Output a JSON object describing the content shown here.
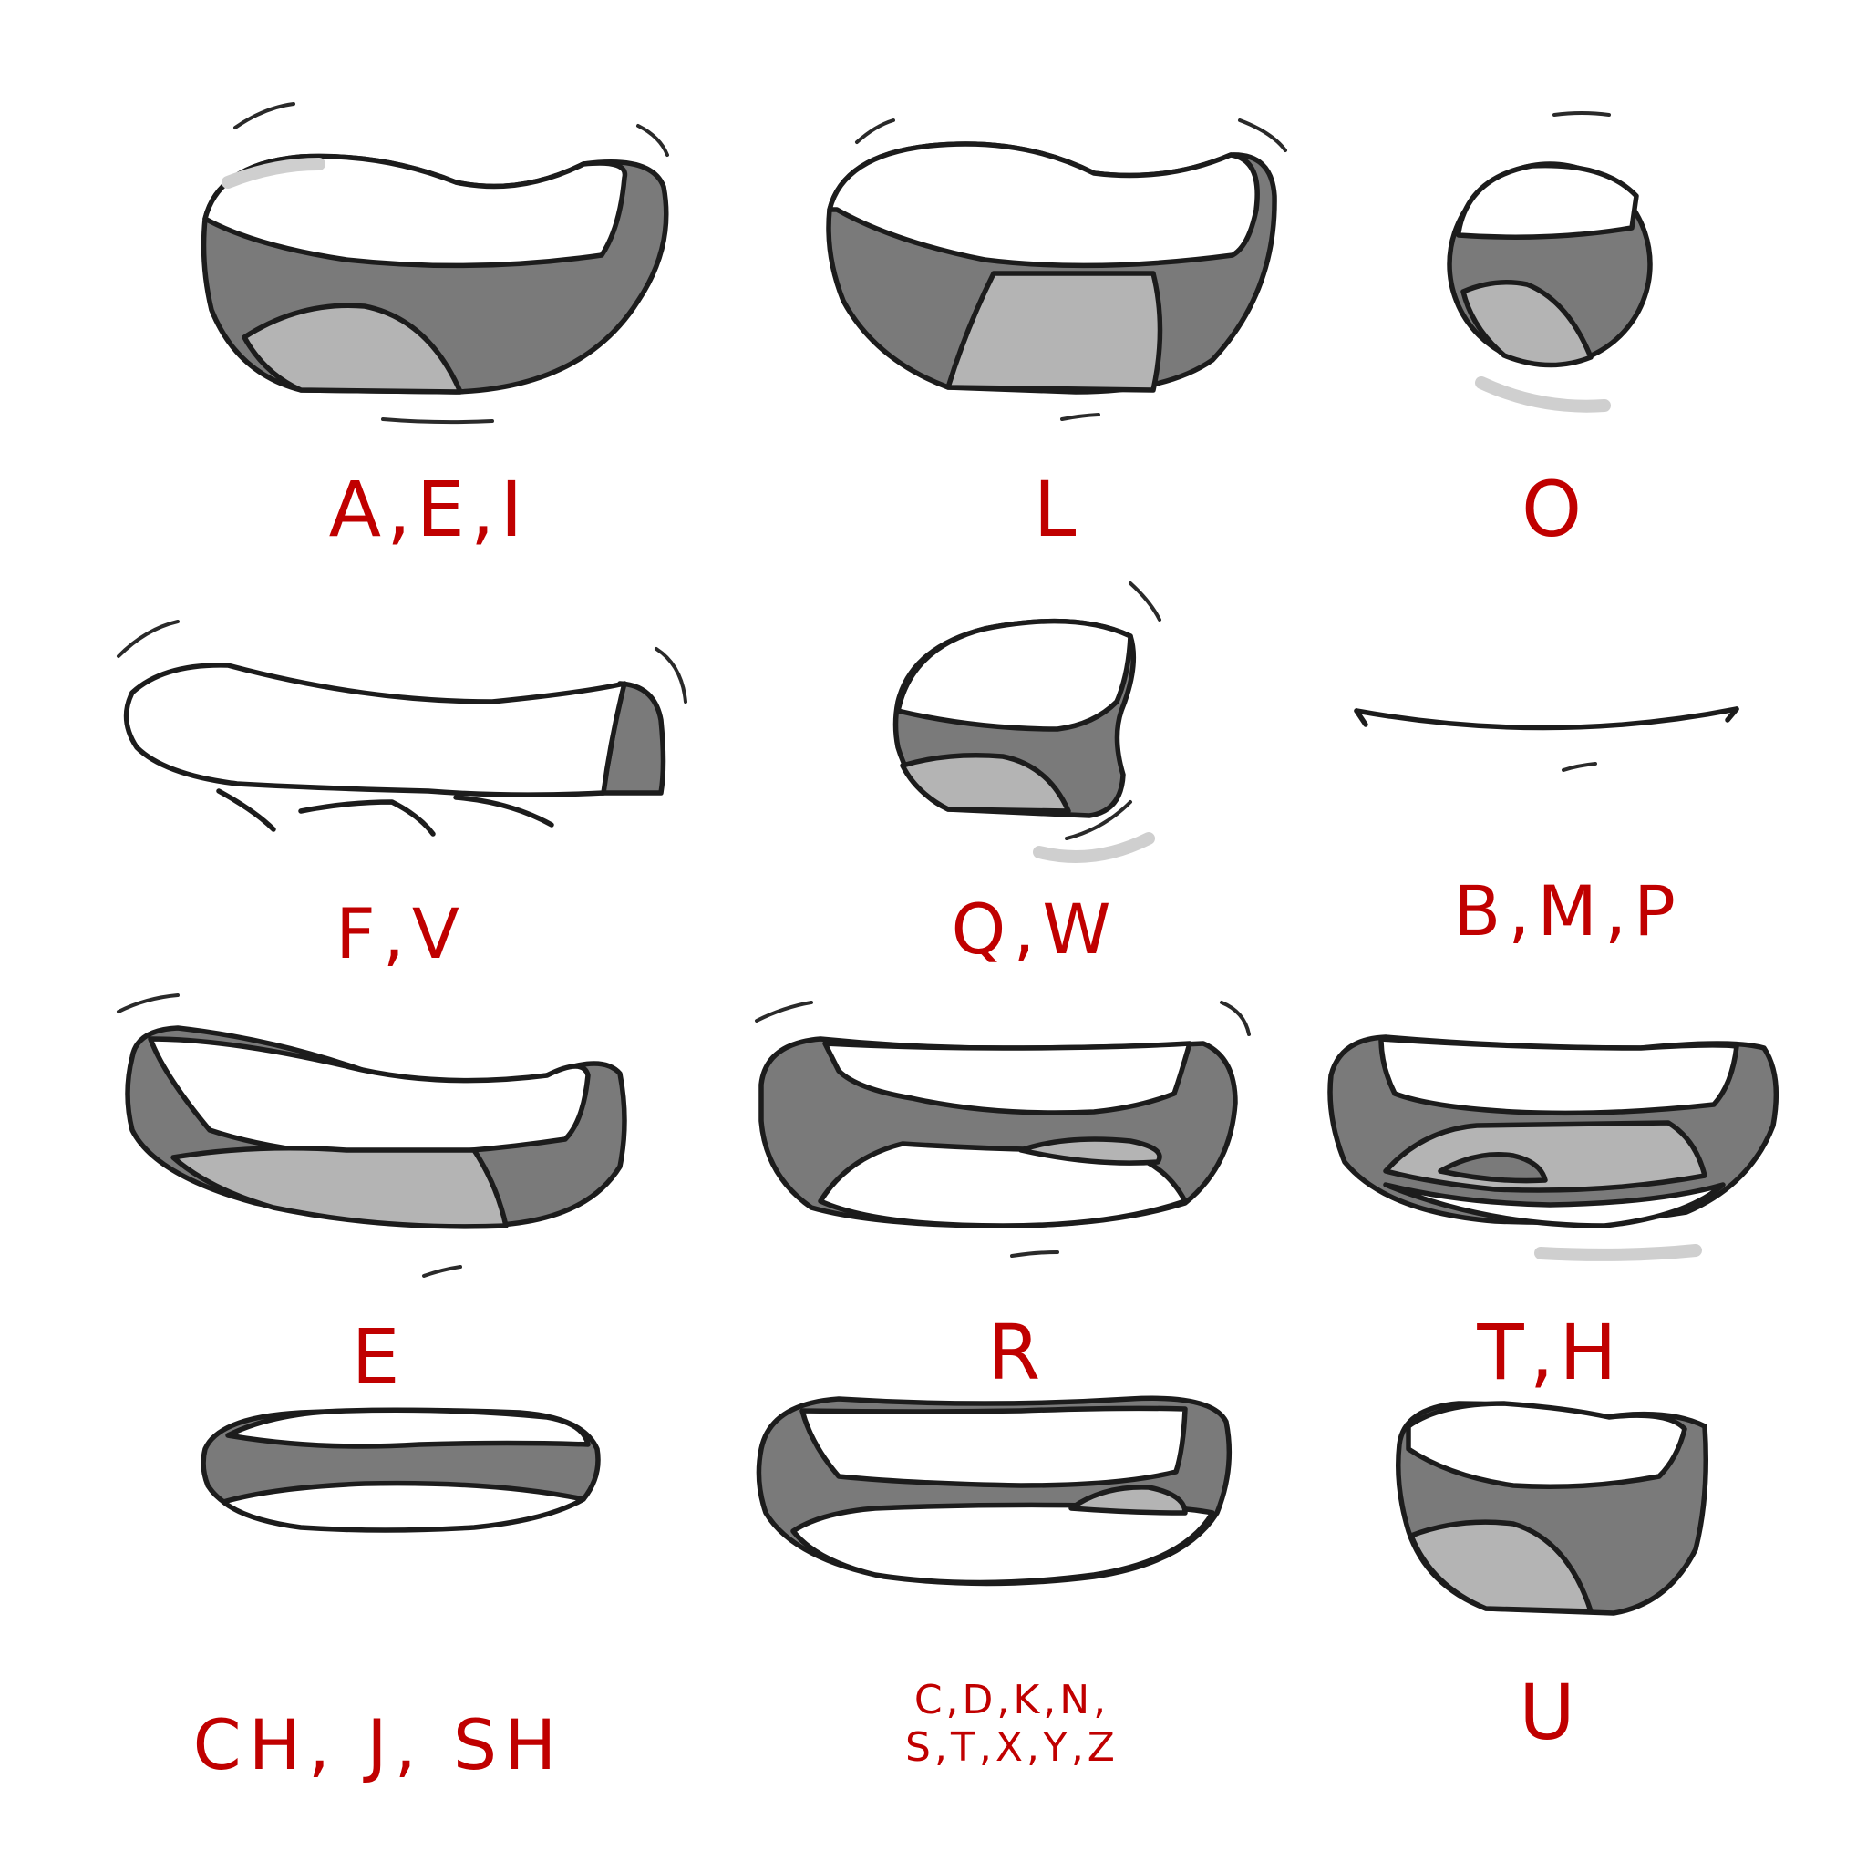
{
  "background": "#ffffff",
  "label_color": "#c00000",
  "mouth_colors": {
    "outline": "#1c1c1c",
    "dark": "#7a7a7a",
    "light": "#b4b4b4",
    "teeth": "#ffffff"
  },
  "mouth_shapes": [
    {
      "id": "aei",
      "label": "A,E,I"
    },
    {
      "id": "l",
      "label": "L"
    },
    {
      "id": "o",
      "label": "O"
    },
    {
      "id": "fv",
      "label": "F,V"
    },
    {
      "id": "qw",
      "label": "Q,W"
    },
    {
      "id": "bmp",
      "label": "B,M,P"
    },
    {
      "id": "e",
      "label": "E"
    },
    {
      "id": "r",
      "label": "R"
    },
    {
      "id": "th",
      "label": "T,H"
    },
    {
      "id": "chjsh",
      "label": "CH, J, SH"
    },
    {
      "id": "cdkn",
      "label": "C,D,K,N,",
      "label_line2": "S,T,X,Y,Z"
    },
    {
      "id": "u",
      "label": "U"
    }
  ]
}
